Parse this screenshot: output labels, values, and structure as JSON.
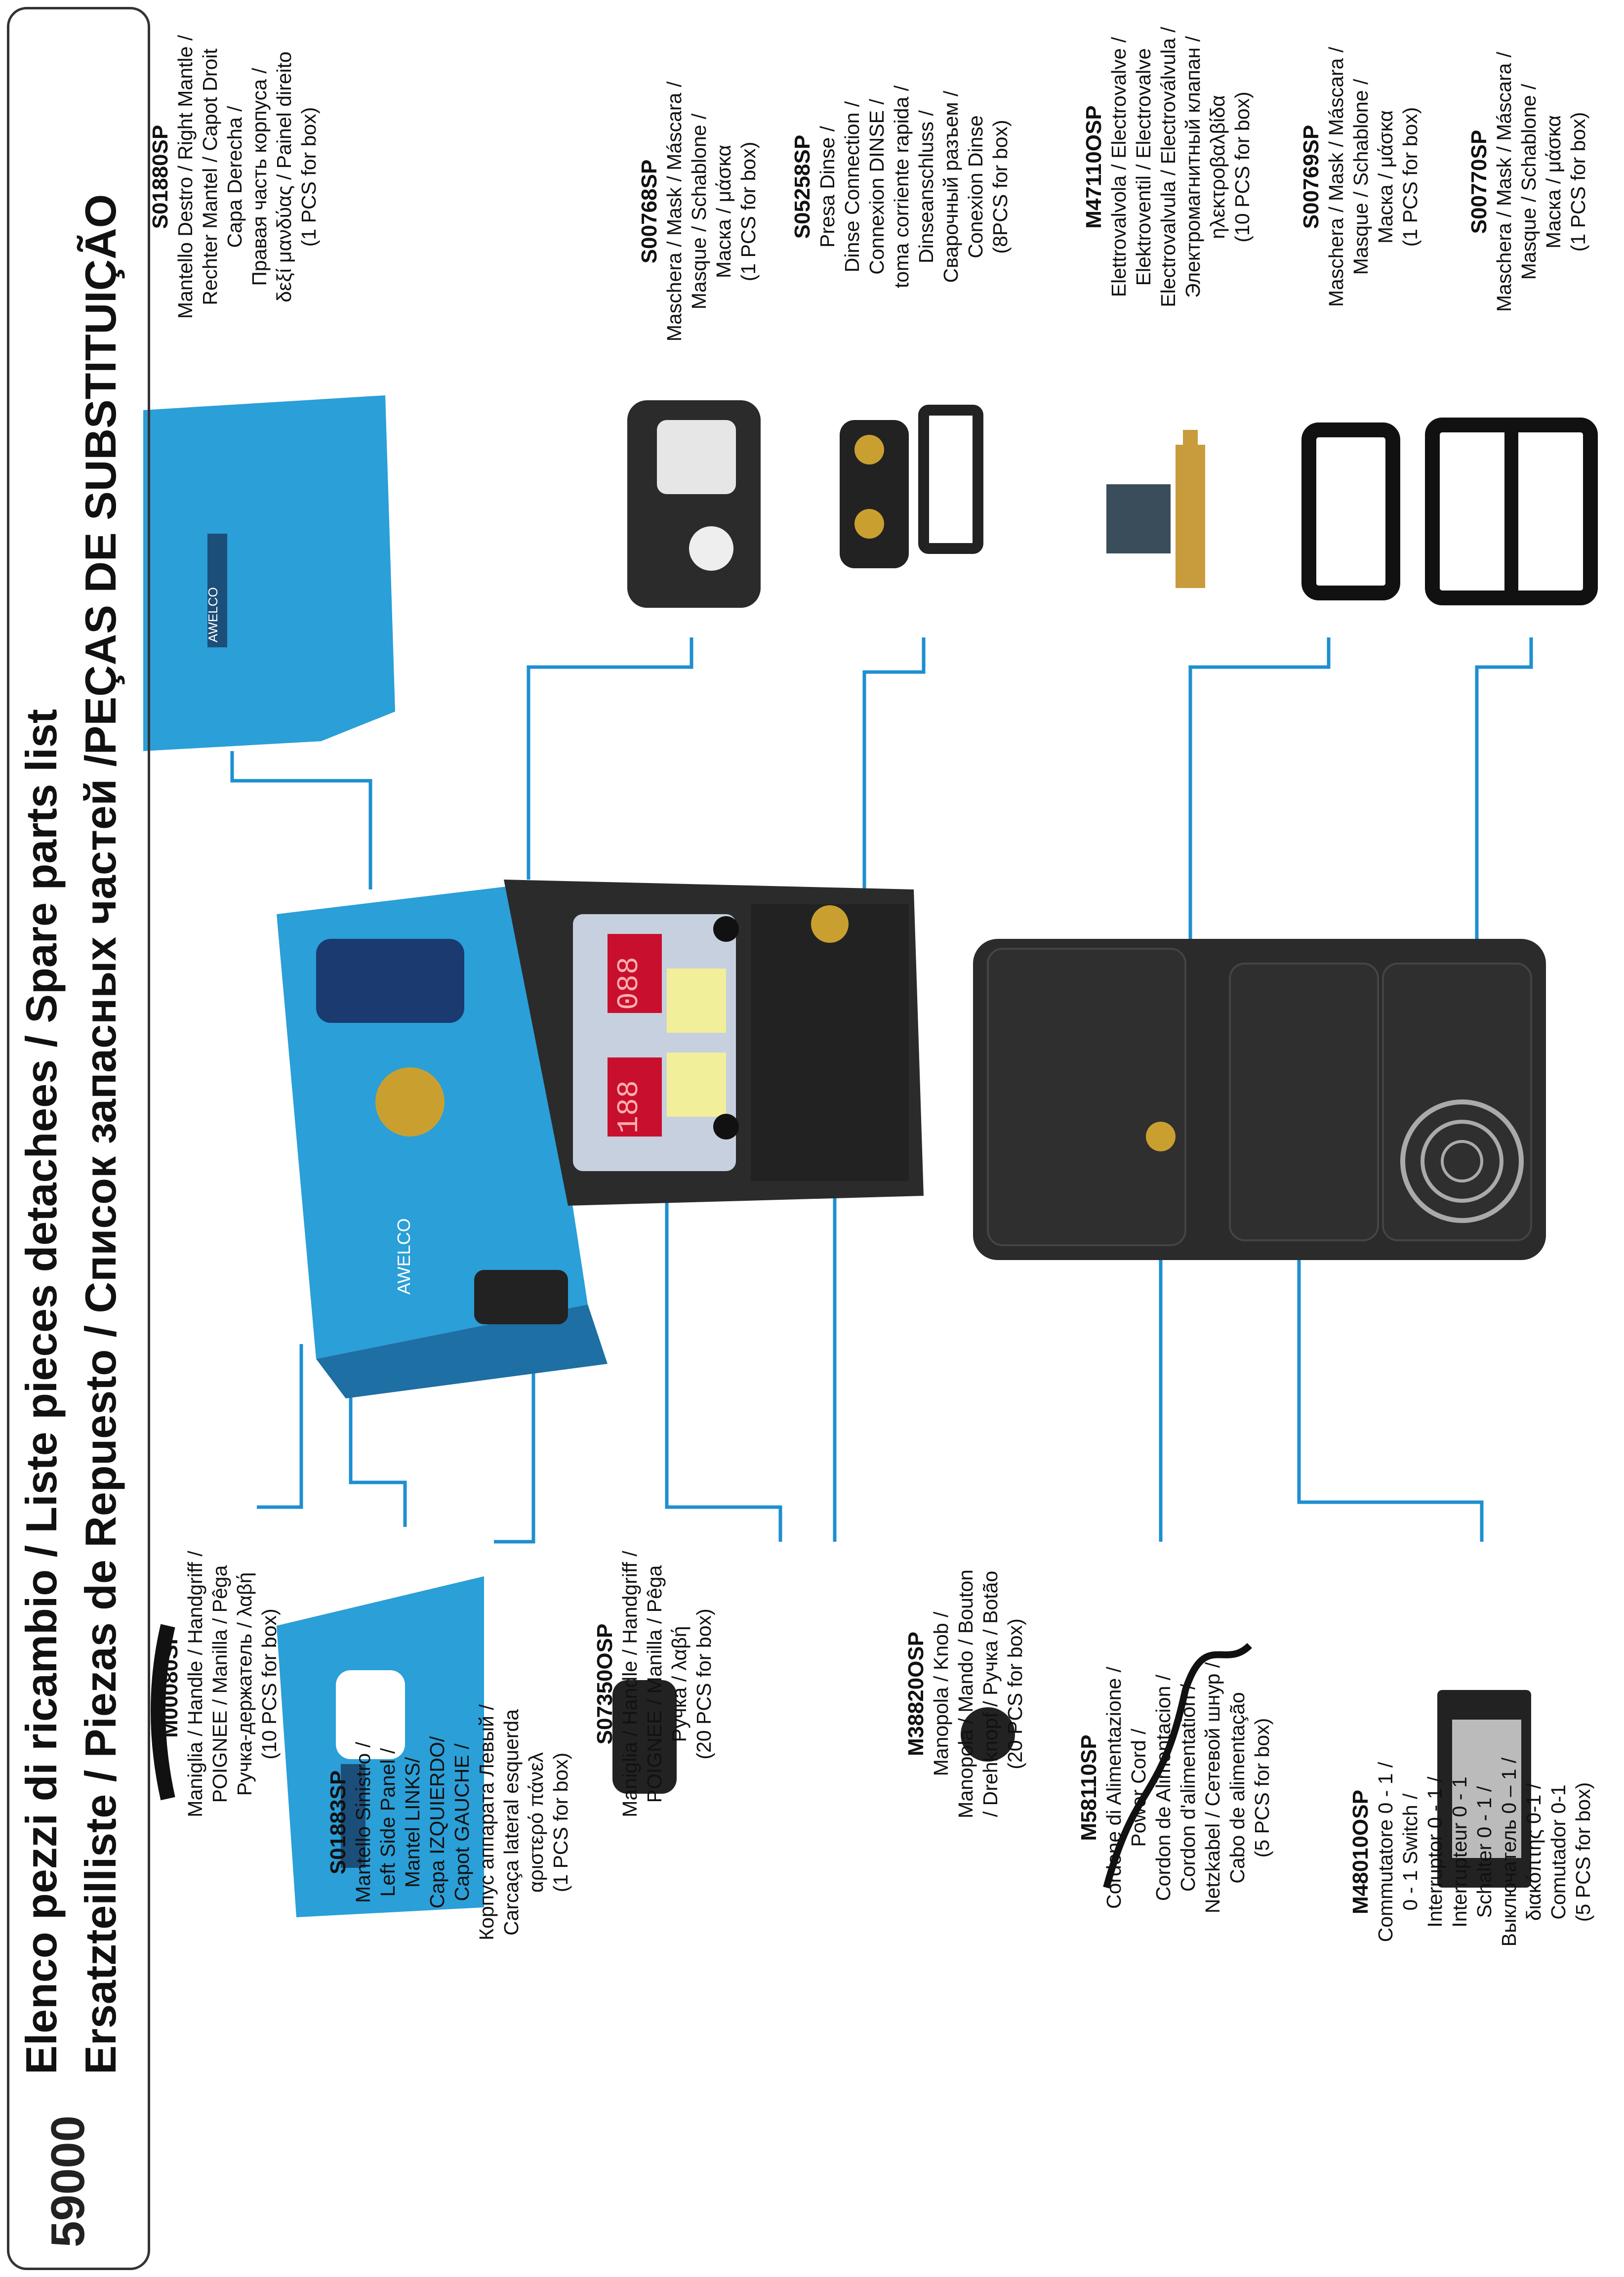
{
  "header": {
    "model": "59000",
    "title_line1": "Elenco pezzi di ricambio / Liste pieces detachees / Spare parts list",
    "title_line2": "Ersatzteilliste / Piezas de Repuesto / Список запасных частей /PEÇAS DE SUBSTITUIÇÃO"
  },
  "parts": [
    {
      "code": "M00080SP",
      "lines": [
        "Maniglia / Handle / Handgriff /",
        "POIGNEE  / Manilla / Pêga",
        "Ручка-держатель / λαβή",
        "(10 PCS for box)"
      ]
    },
    {
      "code": "S01883SP",
      "lines": [
        "Mantello Sinistro /",
        "Left Side Panel /",
        "Mantel LINKS/",
        "Capa  IZQUIERDO/",
        "Capot GAUCHE  /",
        "Корпус аппарата Левый /",
        "Carcaça lateral esquerda",
        "αριστερό πάνελ",
        "(1 PCS for box)"
      ]
    },
    {
      "code": "S07350OSP",
      "lines": [
        "Maniglia / Handle / Handgriff /",
        "POIGNEE  / Manilla / Pêga",
        "Ручка / λαβή",
        "(20 PCS for box)"
      ]
    },
    {
      "code": "M38820OSP",
      "lines": [
        "Manopola / Knob /",
        "Manopola / Mando / Bouton",
        "/ Drehknopf / Ручка / Botão",
        "(20 PCS for box)"
      ]
    },
    {
      "code": "M58110SP",
      "lines": [
        "Cordone di Alimentazione /",
        "Power Cord /",
        "Cordon de Alimentacion /",
        "Cordon d'alimentation /",
        "Netzkabel / Сетевой шнур /",
        "Cabo de alimentação",
        "(5 PCS for box)"
      ]
    },
    {
      "code": "M48010OSP",
      "lines": [
        "Commutatore 0 - 1 /",
        "0 - 1 Switch /",
        "Interruptor 0 - 1 /",
        "Interrupteur 0 - 1",
        "Schalter 0 - 1 /",
        "Выключатель 0 – 1 /",
        "διακόπτης 0-1 /",
        "Comutador 0-1",
        "(5 PCS for box)"
      ]
    },
    {
      "code": "S01880SP",
      "lines": [
        "Mantello Destro / Right Mantle /",
        "Rechter Mantel / Capot Droit",
        "Capa  Derecha /",
        "Правая часть корпуса /",
        "δεξί μανδύας / Painel direito",
        "(1 PCS for box)"
      ]
    },
    {
      "code": "S00768SP",
      "lines": [
        "Maschera / Mask / Máscara /",
        "Masque / Schablone /",
        "Маска / μάσκα",
        "(1 PCS for box)"
      ]
    },
    {
      "code": "S05258SP",
      "lines": [
        "Presa Dinse /",
        "Dinse Connection /",
        "Connexion DINSE /",
        "toma corriente rapida /",
        "Dinseanschluss /",
        "Сварочный разъем /",
        "Conexion Dinse",
        "(8PCS for box)"
      ]
    },
    {
      "code": "M47110OSP",
      "lines": [
        "Elettrovalvola / Electrovalve /",
        "Elektroventil / Electrovalve",
        "Electrovalvula / Electroválvula /",
        "Электромагнитный клапан /",
        "ηλεκτροβαλβίδα",
        "(10 PCS for box)"
      ]
    },
    {
      "code": "S00769SP",
      "lines": [
        "Maschera / Mask / Máscara /",
        "Masque / Schablone /",
        "Маска / μάσκα",
        "(1 PCS for box)"
      ]
    },
    {
      "code": "S00770SP",
      "lines": [
        "Maschera / Mask / Máscara /",
        "Masque / Schablone /",
        "Маска / μάσκα",
        "(1 PCS for box)"
      ]
    }
  ],
  "product": {
    "brand": "AWELCO",
    "display_left": "088",
    "display_right": "188"
  },
  "colors": {
    "blue": "#2a9fd8",
    "dark": "#2b2b2b",
    "leader": "#1e8fd0"
  }
}
